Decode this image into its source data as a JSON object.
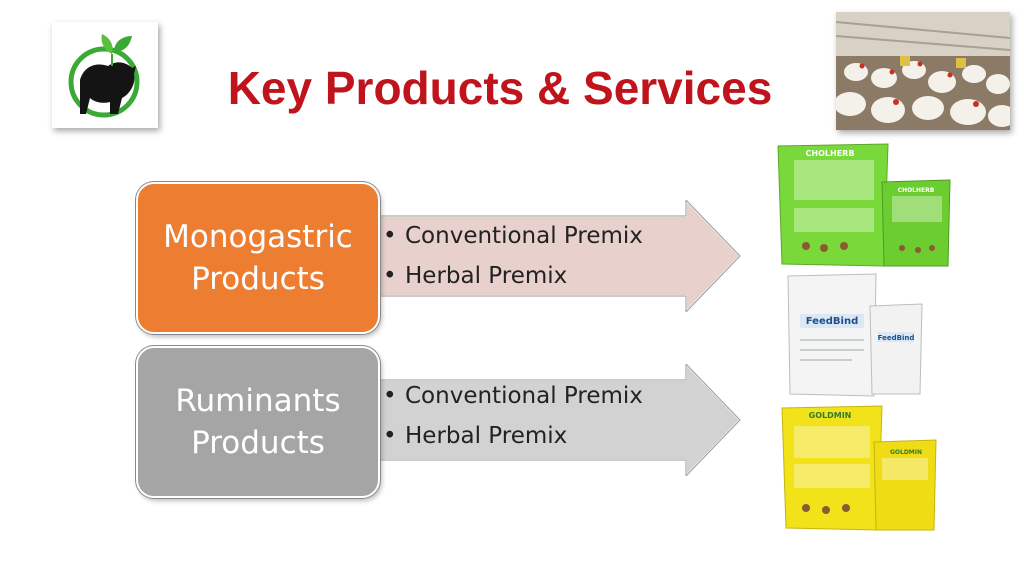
{
  "slide": {
    "title": "Key Products & Services"
  },
  "categories": [
    {
      "label_line1": "Monogastric",
      "label_line2": "Products",
      "color": "#ED7D31",
      "arrow_color": "#E8D0CC",
      "items": [
        "Conventional Premix",
        "Herbal Premix"
      ]
    },
    {
      "label_line1": "Ruminants",
      "label_line2": "Products",
      "color": "#A5A5A5",
      "arrow_color": "#D2D2D2",
      "items": [
        "Conventional Premix",
        "Herbal Premix"
      ]
    }
  ],
  "products": {
    "bag1": {
      "name": "CHOLHERB",
      "color": "#7AD93A"
    },
    "bag2": {
      "name": "FeedBind",
      "color": "#F4F4F4"
    },
    "bag3": {
      "name": "GOLDMIN",
      "color": "#F2E21A"
    }
  },
  "icons": {
    "logo": "leaf-cow-logo-icon",
    "photo": "poultry-farm-photo"
  }
}
